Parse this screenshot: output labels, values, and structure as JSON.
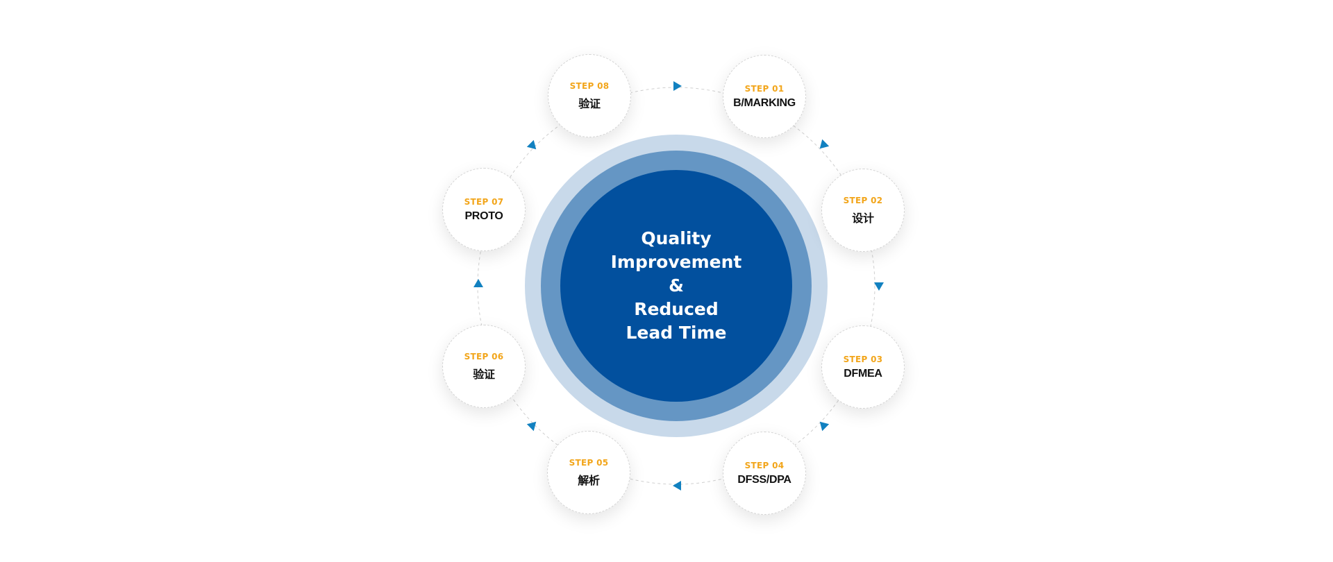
{
  "center": {
    "lines": [
      "Quality",
      "Improvement",
      "&",
      "Reduced",
      "Lead Time"
    ]
  },
  "steps": [
    {
      "num": "STEP 01",
      "label": "B/MARKING"
    },
    {
      "num": "STEP 02",
      "label": "设计"
    },
    {
      "num": "STEP 03",
      "label": "DFMEA"
    },
    {
      "num": "STEP 04",
      "label": "DFSS/DPA"
    },
    {
      "num": "STEP 05",
      "label": "解析"
    },
    {
      "num": "STEP 06",
      "label": "验证"
    },
    {
      "num": "STEP 07",
      "label": "PROTO"
    },
    {
      "num": "STEP 08",
      "label": "验证"
    }
  ],
  "colors": {
    "center_core": "#02509e",
    "center_mid": "#6596c4",
    "center_outer": "#c8d9ea",
    "step_number": "#f2a51a",
    "arrow": "#1281c0"
  }
}
